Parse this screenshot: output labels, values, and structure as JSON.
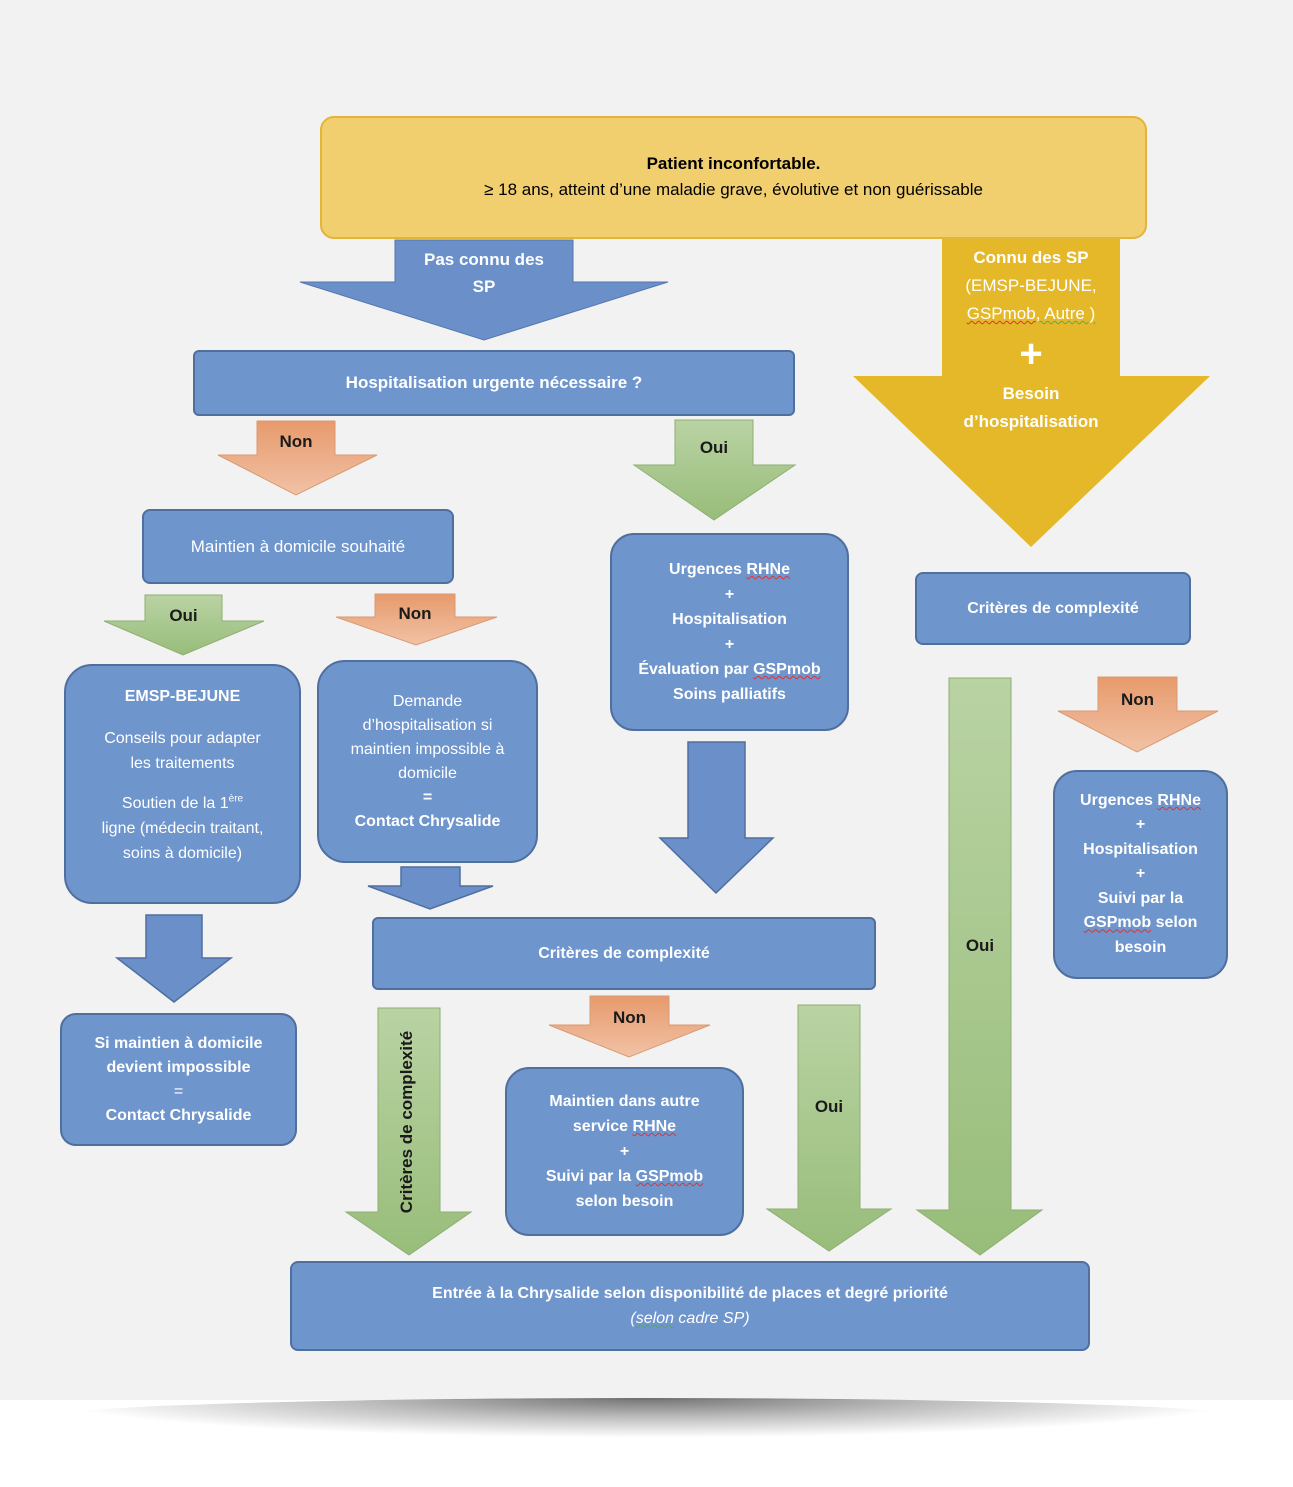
{
  "top": {
    "title": "Patient inconfortable.",
    "subtitle": "≥ 18 ans, atteint d’une maladie grave, évolutive et non guérissable"
  },
  "arrow_pas_connu": {
    "line1": "Pas connu des",
    "line2": "SP"
  },
  "arrow_connu": {
    "line1": "Connu des SP",
    "line2": "(EMSP-BEJUNE,",
    "line3_a": "GSPmob",
    "line3_b": ", Autre )",
    "plus": "+",
    "line4": "Besoin",
    "line5": "d’hospitalisation"
  },
  "hosp_question": "Hospitalisation urgente nécessaire ?",
  "labels": {
    "non": "Non",
    "oui": "Oui"
  },
  "maintien": "Maintien à domicile souhaité",
  "urgences_box": {
    "l1_a": "Urgences ",
    "l1_b": "RHNe",
    "plus": "+",
    "l2": "Hospitalisation",
    "l3_a": "Évaluation par ",
    "l3_b": "GSPmob",
    "l4": "Soins palliatifs"
  },
  "criteres_right": "Critères de complexité",
  "emsp_box": {
    "title": "EMSP-BEJUNE",
    "p1_l1": "Conseils pour adapter",
    "p1_l2": "les traitements",
    "p2_l1_a": "Soutien de la 1",
    "p2_l1_sup": "ère",
    "p2_l2": "ligne (médecin traitant,",
    "p2_l3": "soins à domicile)"
  },
  "demande_box": {
    "l1": "Demande",
    "l2": "d’hospitalisation si",
    "l3": "maintien impossible à",
    "l4": "domicile",
    "eq": "=",
    "l5": "Contact Chrysalide"
  },
  "urgences_right": {
    "l1_a": "Urgences ",
    "l1_b": "RHNe",
    "plus": "+",
    "l2": "Hospitalisation",
    "l3": "Suivi par la",
    "l4_a": "GSPmob",
    "l4_b": " selon",
    "l5": "besoin"
  },
  "criteres_center": "Critères de complexité",
  "si_maintien": {
    "l1": "Si maintien à domicile",
    "l2": "devient impossible",
    "eq": "=",
    "l3": "Contact Chrysalide"
  },
  "vertical_criteres": "Critères de complexité",
  "maintien_autre": {
    "l1": "Maintien dans autre",
    "l2_a": "service ",
    "l2_b": "RHNe",
    "plus": "+",
    "l3_a": "Suivi par la ",
    "l3_b": "GSPmob",
    "l4": "selon besoin"
  },
  "entree": {
    "l1": "Entrée à la Chrysalide selon disponibilité de places et degré priorité",
    "l2_a": "(",
    "l2_b": "selon",
    "l2_c": " cadre SP)"
  },
  "colors": {
    "blue_box": "#6f95cd",
    "blue_arrow": "#6a8fc9",
    "yellow_box": "#f2cf6e",
    "yellow_arrow": "#e4b828",
    "orange_arrow": "#e9a982",
    "green_arrow": "#a5c68a",
    "background": "#f2f2f2"
  }
}
